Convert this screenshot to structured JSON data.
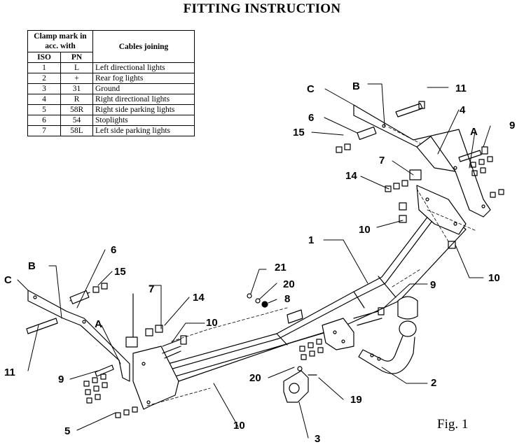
{
  "title": "FITTING INSTRUCTION",
  "table": {
    "header_clamp": "Clamp mark in acc. with",
    "header_cables": "Cables joining",
    "col_iso": "ISO",
    "col_pn": "PN",
    "rows": [
      {
        "iso": "1",
        "pn": "L",
        "cable": "Left directional lights"
      },
      {
        "iso": "2",
        "pn": "+",
        "cable": "Rear fog lights"
      },
      {
        "iso": "3",
        "pn": "31",
        "cable": "Ground"
      },
      {
        "iso": "4",
        "pn": "R",
        "cable": "Right directional lights"
      },
      {
        "iso": "5",
        "pn": "58R",
        "cable": "Right side parking lights"
      },
      {
        "iso": "6",
        "pn": "54",
        "cable": "Stoplights"
      },
      {
        "iso": "7",
        "pn": "58L",
        "cable": "Left side parking lights"
      }
    ]
  },
  "callouts": {
    "c_right": "C",
    "b_right": "B",
    "n11_right": "11",
    "n6_right": "6",
    "n4": "4",
    "n15_right": "15",
    "a_right": "A",
    "n9_right": "9",
    "n7_right": "7",
    "n14_right": "14",
    "n10_right_mid": "10",
    "n10_right": "10",
    "n1": "1",
    "n6_left": "6",
    "b_left": "B",
    "n15_left": "15",
    "c_left": "C",
    "n7_left": "7",
    "n14_left": "14",
    "a_left": "A",
    "n10_left_mid": "10",
    "n11_left": "11",
    "n9_left": "9",
    "n5": "5",
    "n10_bottom": "10",
    "n21": "21",
    "n20_top": "20",
    "n8": "8",
    "n9_mid": "9",
    "n20_bottom": "20",
    "n19": "19",
    "n3": "3",
    "n2": "2"
  },
  "figure_label": "Fig. 1"
}
